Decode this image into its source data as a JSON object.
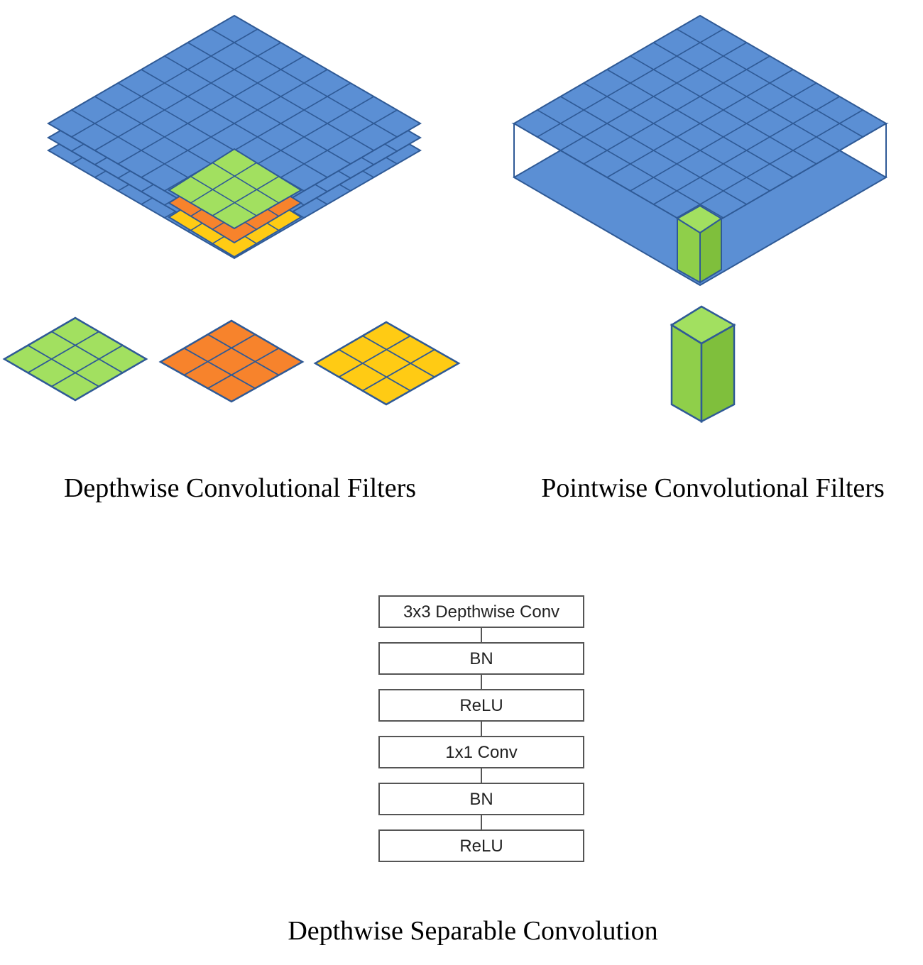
{
  "colors": {
    "blue": "#5b8fd4",
    "blue_edge": "#2f5a96",
    "green": "#a2e060",
    "green_side_a": "#8fcf4a",
    "green_side_b": "#7fbf3c",
    "orange": "#f7832c",
    "yellow": "#ffcb14",
    "box_stroke": "#555555"
  },
  "captions": {
    "depthwise": "Depthwise Convolutional Filters",
    "pointwise": "Pointwise Convolutional Filters",
    "separable": "Depthwise Separable Convolution"
  },
  "block": {
    "layers": [
      "3x3 Depthwise Conv",
      "BN",
      "ReLU",
      "1x1 Conv",
      "BN",
      "ReLU"
    ]
  }
}
